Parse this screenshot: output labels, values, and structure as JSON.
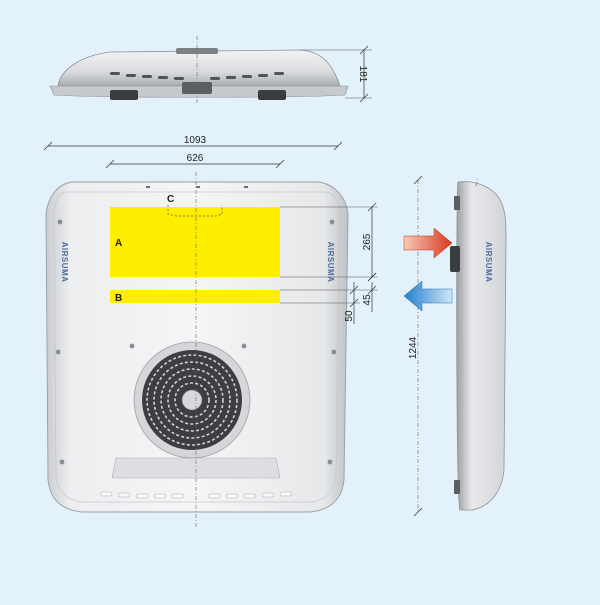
{
  "dimensions": {
    "height": "181",
    "width_total": "1093",
    "width_inner": "626",
    "zone_a_depth": "265",
    "gap_b": "45",
    "gap_c": "50",
    "length_total": "1244"
  },
  "zones": {
    "a": "A",
    "b": "B",
    "c": "C"
  },
  "brand": "AIRSUMA",
  "colors": {
    "background": "#e3f1fb",
    "unit_body": "#e9eaec",
    "zone_fill": "#ffee00",
    "arrow_hot": "#e0462e",
    "arrow_cold": "#2a8fd8"
  }
}
